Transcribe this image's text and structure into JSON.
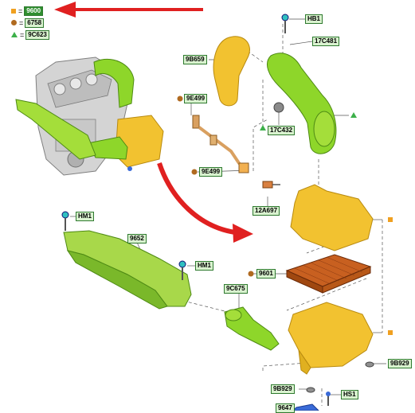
{
  "colors": {
    "part_yellow": "#f2c230",
    "part_green": "#8ed62a",
    "arrow_red": "#e02020",
    "label_bg": "#d9f2cf",
    "label_border": "#2f7a2f",
    "legend_square": "#f0a020",
    "legend_circle": "#b06a20",
    "legend_triangle": "#3cb04a"
  },
  "legend": [
    {
      "shape": "square-icon",
      "code": "9600"
    },
    {
      "shape": "circle-icon",
      "code": "6758"
    },
    {
      "shape": "triangle-icon",
      "code": "9C623"
    }
  ],
  "labels": {
    "hb1": "HB1",
    "c17c481": "17C481",
    "c9b659": "9B659",
    "c9e499_top": "9E499",
    "c17c432": "17C432",
    "c9e499_bottom": "9E499",
    "c12a697": "12A697",
    "hm1_left": "HM1",
    "c9652": "9652",
    "hm1_right": "HM1",
    "c9c675": "9C675",
    "c9601": "9601",
    "c9b929_right": "9B929",
    "c9b929_bottom": "9B929",
    "hs1": "HS1",
    "c9647": "9647"
  }
}
